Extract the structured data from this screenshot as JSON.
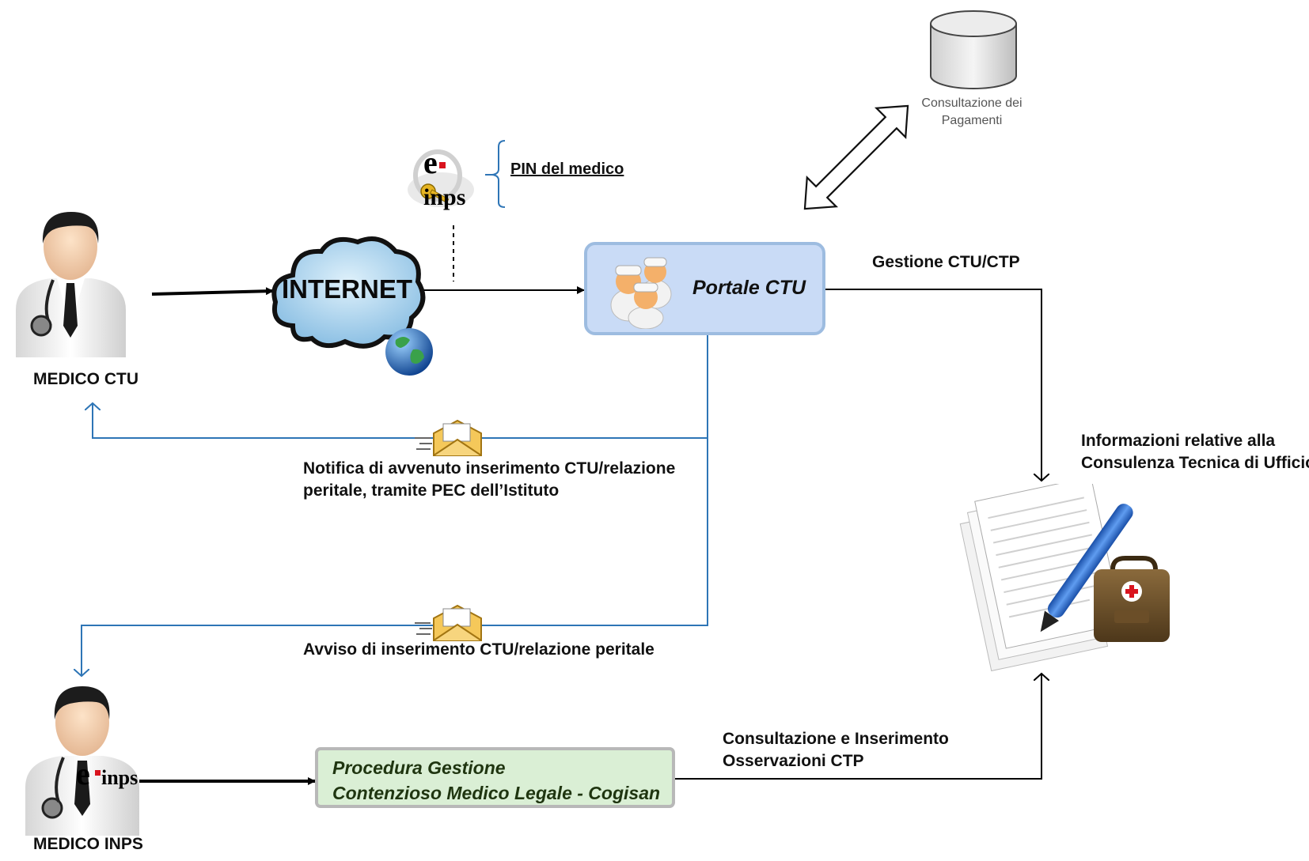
{
  "actors": {
    "medico_ctu": "MEDICO CTU",
    "medico_inps": "MEDICO INPS"
  },
  "internet": {
    "label": "INTERNET"
  },
  "einps": {
    "brand": "e-inps",
    "pin_label": "PIN del medico"
  },
  "portal": {
    "label": "Portale CTU"
  },
  "database": {
    "caption_line1": "Consultazione dei",
    "caption_line2": "Pagamenti"
  },
  "edges": {
    "gestione": "Gestione CTU/CTP",
    "notifica_line1": "Notifica di avvenuto inserimento CTU/relazione",
    "notifica_line2": "peritale, tramite PEC dell’Istituto",
    "avviso": "Avviso di inserimento CTU/relazione peritale",
    "consultazione_line1": "Consultazione e Inserimento",
    "consultazione_line2": "Osservazioni CTP"
  },
  "info": {
    "line1": "Informazioni relative alla",
    "line2": "Consulenza Tecnica di Ufficio"
  },
  "cogisan": {
    "line1": "Procedura Gestione",
    "line2": "Contenzioso Medico Legale - Cogisan"
  },
  "colors": {
    "portal_fill": "#c9dbf6",
    "portal_border": "#9dbce0",
    "cogisan_fill": "#daefd5",
    "cogisan_border": "#b8b8b8",
    "blue_connector": "#2e75b6",
    "black_connector": "#000000",
    "einps_red": "#d9141e"
  },
  "icons": [
    "doctor-icon",
    "cloud-icon",
    "globe-icon",
    "key-icon",
    "nurses-icon",
    "database-icon",
    "envelope-icon",
    "documents-icon",
    "pen-icon",
    "medical-bag-icon",
    "double-arrow-icon"
  ]
}
